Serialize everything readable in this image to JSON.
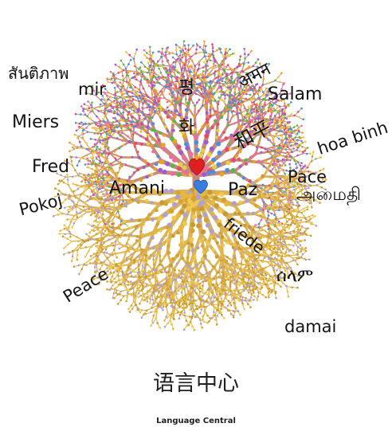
{
  "title_cn": "语言中心",
  "caption": "Language Central",
  "colors": {
    "upper_branches": "#c48a7a",
    "roots": "#d9b25a",
    "leaf_palette": [
      "#e84a6a",
      "#4a8fe0",
      "#f2a020",
      "#58b84a",
      "#a05ad0",
      "#f06aa8",
      "#e8d040"
    ],
    "root_dot_palette": [
      "#e8b83a",
      "#d7a32c",
      "#f0c850",
      "#c99a30",
      "#b0a0d0"
    ],
    "heart_red": "#e02020",
    "heart_blue": "#3a7de0",
    "text": "#141414"
  },
  "icons": [
    "heart-red-icon",
    "heart-blue-icon"
  ],
  "words": {
    "thai": "สันติภาพ",
    "mir": "mir",
    "pyeong": "평",
    "hindi": "अमन",
    "salam": "Salam",
    "miers": "Miers",
    "hwa": "화",
    "hoa_binh": "hoa binh",
    "heping": "和平",
    "fred": "Fred",
    "amani": "Amani",
    "paz": "Paz",
    "pace": "Pace",
    "tamil": "அமைதி",
    "pokoj": "Pokoj",
    "friede": "friede",
    "peace": "Peace",
    "amharic": "ሰላም",
    "damai": "damai"
  }
}
